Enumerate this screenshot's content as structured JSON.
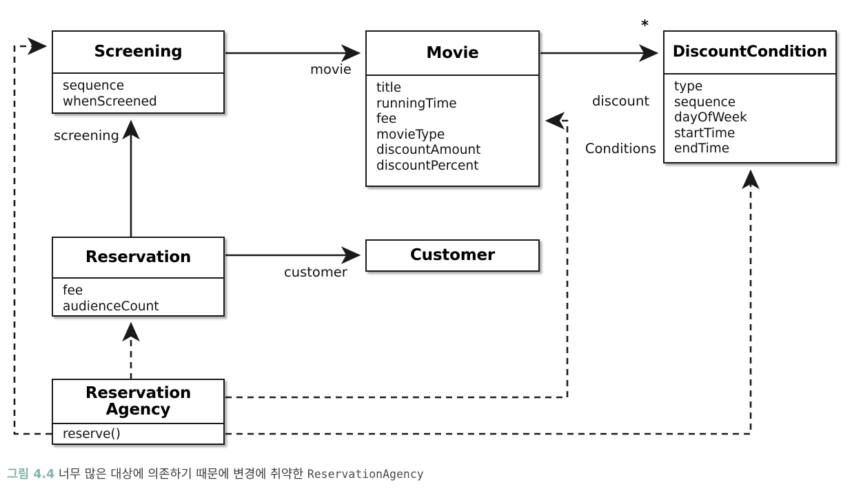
{
  "diagram": {
    "type": "uml-class-diagram",
    "classes": [
      {
        "id": "screening",
        "name": "Screening",
        "attributes": [
          "sequence",
          "whenScreened"
        ]
      },
      {
        "id": "movie",
        "name": "Movie",
        "attributes": [
          "title",
          "runningTime",
          "fee",
          "movieType",
          "discountAmount",
          "discountPercent"
        ]
      },
      {
        "id": "discountcondition",
        "name": "DiscountCondition",
        "attributes": [
          "type",
          "sequence",
          "dayOfWeek",
          "startTime",
          "endTime"
        ]
      },
      {
        "id": "reservation",
        "name": "Reservation",
        "attributes": [
          "fee",
          "audienceCount"
        ]
      },
      {
        "id": "customer",
        "name": "Customer",
        "attributes": []
      },
      {
        "id": "reservationagency",
        "name_line1": "Reservation",
        "name_line2": "Agency",
        "attributes": [
          "reserve()"
        ]
      }
    ],
    "edges": [
      {
        "id": "screening-movie",
        "label": "movie",
        "kind": "association",
        "multiplicity": ""
      },
      {
        "id": "movie-discountcondition",
        "label_line1": "discount",
        "label_line2": "Conditions",
        "kind": "association",
        "multiplicity": "*"
      },
      {
        "id": "reservation-screening",
        "label": "screening",
        "kind": "association",
        "multiplicity": ""
      },
      {
        "id": "reservation-customer",
        "label": "customer",
        "kind": "association",
        "multiplicity": ""
      },
      {
        "id": "agency-reservation",
        "label": "",
        "kind": "dependency",
        "multiplicity": ""
      },
      {
        "id": "agency-screening",
        "label": "",
        "kind": "dependency",
        "multiplicity": ""
      },
      {
        "id": "agency-movie",
        "label": "",
        "kind": "dependency",
        "multiplicity": ""
      },
      {
        "id": "agency-discountcondition",
        "label": "",
        "kind": "dependency",
        "multiplicity": ""
      }
    ]
  },
  "caption": {
    "figure_number": "그림 4.4",
    "text": " 너무 많은 대상에 의존하기 때문에 변경에 취약한 ",
    "subject": "ReservationAgency",
    "number_color": "#7eb5ad"
  },
  "colors": {
    "stroke": "#1a1a1a",
    "box_fill": "#ffffff",
    "text": "#111111",
    "background": "#ffffff"
  }
}
